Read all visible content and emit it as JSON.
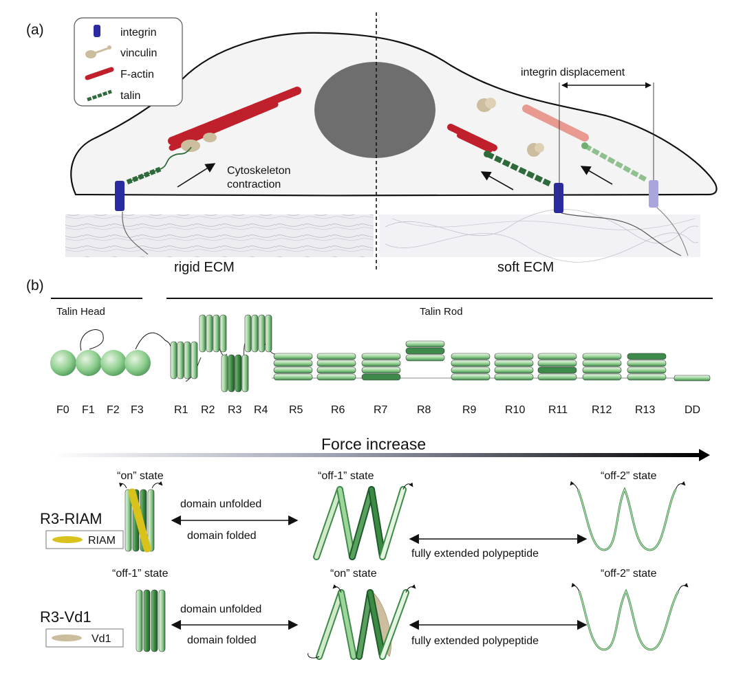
{
  "panel_a": {
    "label": "(a)",
    "legend": [
      {
        "text": "integrin",
        "color": "#2a2ba0",
        "icon": "integrin-icon"
      },
      {
        "text": "vinculin",
        "color": "#cbbd9e",
        "icon": "vinculin-icon"
      },
      {
        "text": "F-actin",
        "color": "#c0202c",
        "icon": "f-actin-icon"
      },
      {
        "text": "talin",
        "color": "#2f6b3a",
        "icon": "talin-icon"
      }
    ],
    "contraction_label_1": "Cytoskeleton",
    "contraction_label_2": "contraction",
    "displacement_label": "integrin displacement",
    "rigid_label": "rigid ECM",
    "soft_label": "soft ECM"
  },
  "panel_b": {
    "label": "(b)",
    "head_label": "Talin Head",
    "rod_label": "Talin Rod",
    "domains": [
      "F0",
      "F1",
      "F2",
      "F3",
      "R1",
      "R2",
      "R3",
      "R4",
      "R5",
      "R6",
      "R7",
      "R8",
      "R9",
      "R10",
      "R11",
      "R12",
      "R13",
      "DD"
    ],
    "force_label": "Force increase",
    "rows": [
      {
        "name": "R3-RIAM",
        "ligand": "RIAM",
        "ligand_color": "#d9c21c",
        "states": [
          "“on” state",
          "“off-1” state",
          "“off-2” state"
        ],
        "trans_top": "domain unfolded",
        "trans_bottom": "domain folded",
        "trans_right": "fully extended polypeptide"
      },
      {
        "name": "R3-Vd1",
        "ligand": "Vd1",
        "ligand_color": "#cbbd9e",
        "states": [
          "“off-1” state",
          "“on” state",
          "“off-2” state"
        ],
        "trans_top": "domain unfolded",
        "trans_bottom": "domain folded",
        "trans_right": "fully extended polypeptide"
      }
    ]
  }
}
